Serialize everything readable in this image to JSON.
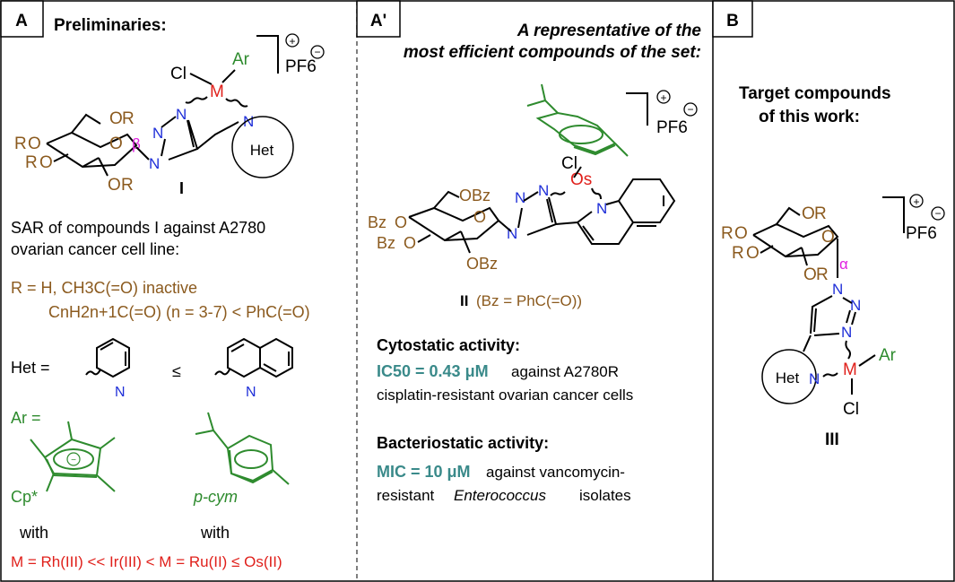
{
  "panel_a": {
    "letter": "A",
    "title": "Preliminaries:",
    "compound_label": "I",
    "sar_line1": "SAR of compounds I against A2780",
    "sar_line2": "ovarian cancer cell line:",
    "r_line1": "R = H, CH3C(=O) inactive",
    "r_line2": "CnH2n+1C(=O) (n = 3-7) < PhC(=O)",
    "het_eq": "Het =",
    "leq": "≤",
    "ar_eq": "Ar =",
    "cp_label": "Cp*",
    "pcym_label": "p-cym",
    "with1": "with",
    "with2": "with",
    "metal_order": "M = Rh(III) << Ir(III) < M = Ru(II) ≤ Os(II)",
    "atoms": {
      "cl": "Cl",
      "ar": "Ar",
      "m": "M",
      "n": "N",
      "het": "Het",
      "r": "R",
      "o": "O",
      "beta": "β",
      "pf6": "PF6",
      "plus": "+",
      "minus": "−"
    }
  },
  "panel_a2": {
    "letter": "A'",
    "title1": "A representative of the",
    "title2": "most efficient compounds of the set:",
    "compound_label": "II",
    "compound_note": "(Bz = PhC(=O))",
    "cyto_head": "Cytostatic activity:",
    "cyto_val": "IC50 = 0.43 μM",
    "cyto_text1": "against A2780R",
    "cyto_text2": "cisplatin-resistant ovarian cancer cells",
    "bact_head": "Bacteriostatic activity:",
    "bact_val": "MIC = 10 μM",
    "bact_text1": "against vancomycin-",
    "bact_text2": "resistant",
    "bact_italic": "Enterococcus",
    "bact_text3": "isolates",
    "atoms": {
      "os": "Os",
      "cl": "Cl",
      "bz": "Bz",
      "obz": "OBz",
      "n": "N",
      "o": "O",
      "pf6": "PF6"
    }
  },
  "panel_b": {
    "letter": "B",
    "title1": "Target compounds",
    "title2": "of this work:",
    "compound_label": "III",
    "atoms": {
      "alpha": "α",
      "het": "Het",
      "m": "M",
      "ar": "Ar",
      "cl": "Cl",
      "n": "N",
      "r": "R",
      "o": "O",
      "pf6": "PF6"
    }
  }
}
